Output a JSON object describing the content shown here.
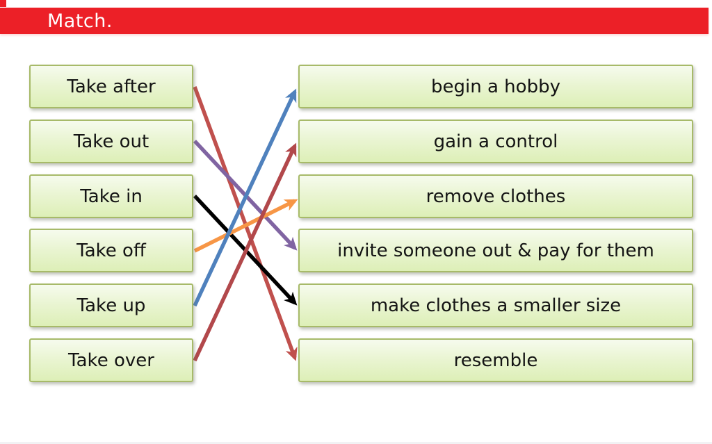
{
  "slide": {
    "header": {
      "title": "Match."
    },
    "colors": {
      "header_bar": "#ec2027",
      "box_border": "#a7ba69",
      "box_fill_top": "#f6fbee",
      "box_fill_bottom": "#ddefb7",
      "arrow_red": "#c0504d",
      "arrow_dark_red": "#b2484b",
      "arrow_purple": "#8064a2",
      "arrow_black": "#000000",
      "arrow_orange": "#f79646",
      "arrow_blue": "#4f81bd"
    },
    "left_items": [
      "Take after",
      "Take out",
      "Take in",
      "Take off",
      "Take up",
      "Take over"
    ],
    "right_items": [
      "begin a hobby",
      "gain a control",
      "remove clothes",
      "invite someone out & pay for them",
      "make clothes a smaller size",
      "resemble"
    ],
    "connections": [
      {
        "from": "Take after",
        "to": "resemble",
        "from_index": 0,
        "to_index": 5,
        "color": "#c0504d"
      },
      {
        "from": "Take out",
        "to": "invite someone out & pay for them",
        "from_index": 1,
        "to_index": 3,
        "color": "#8064a2"
      },
      {
        "from": "Take in",
        "to": "make clothes a smaller size",
        "from_index": 2,
        "to_index": 4,
        "color": "#000000"
      },
      {
        "from": "Take off",
        "to": "remove clothes",
        "from_index": 3,
        "to_index": 2,
        "color": "#f79646"
      },
      {
        "from": "Take up",
        "to": "begin a hobby",
        "from_index": 4,
        "to_index": 0,
        "color": "#4f81bd"
      },
      {
        "from": "Take over",
        "to": "gain a control",
        "from_index": 5,
        "to_index": 1,
        "color": "#b2484b"
      }
    ]
  }
}
